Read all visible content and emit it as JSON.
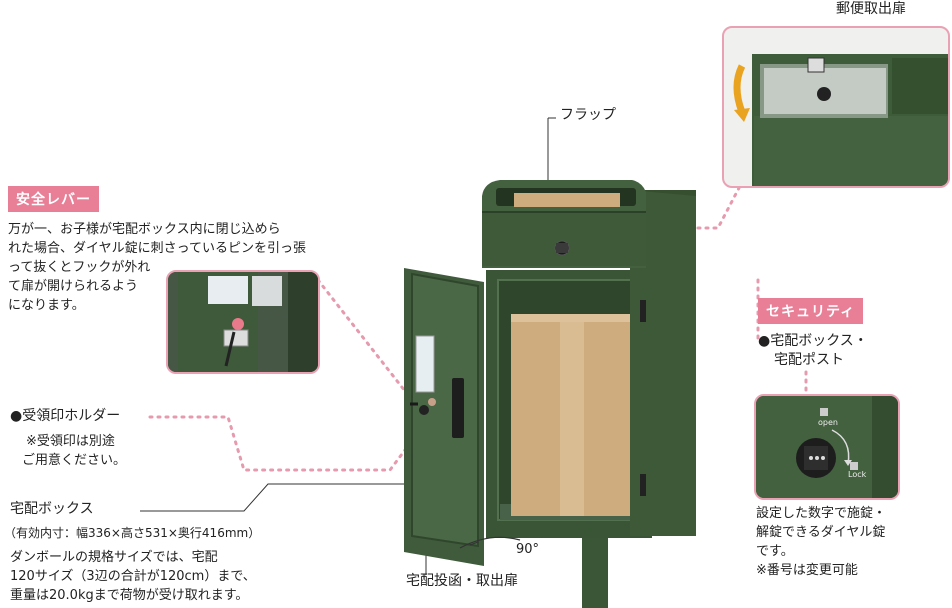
{
  "top_right": {
    "title": "郵便取出扉"
  },
  "flap": {
    "label": "フラップ"
  },
  "safety_lever": {
    "badge": "安全レバー",
    "lines": [
      "万が一、お子様が宅配ボックス内に閉じ込めら",
      "れた場合、ダイヤル錠に刺さっているピンを引っ張",
      "って抜くとフックが外れ",
      "て扉が開けられるよう",
      "になります。"
    ]
  },
  "holder": {
    "title": "●受領印ホルダー",
    "lines": [
      "※受領印は別途",
      "ご用意ください。"
    ]
  },
  "security": {
    "badge": "セキュリティ",
    "lines": [
      "●宅配ボックス・",
      "宅配ポスト"
    ],
    "dial": {
      "open": "open",
      "lock": "Lock"
    },
    "desc": [
      "設定した数字で施錠・",
      "解錠できるダイヤル錠",
      "です。",
      "※番号は変更可能"
    ]
  },
  "box_spec": {
    "title": "宅配ボックス",
    "dims": "（有効内寸：幅336×高さ531×奥行416mm）",
    "lines": [
      "ダンボールの規格サイズでは、宅配",
      "120サイズ（3辺の合計が120cm）まで、",
      "重量は20.0kgまで荷物が受け取れます。"
    ]
  },
  "door": {
    "label": "宅配投函・取出扉",
    "angle": "90°"
  },
  "colors": {
    "body": "#3f5b3b",
    "accent": "#e87f97",
    "frame": "#eaa1b4"
  }
}
